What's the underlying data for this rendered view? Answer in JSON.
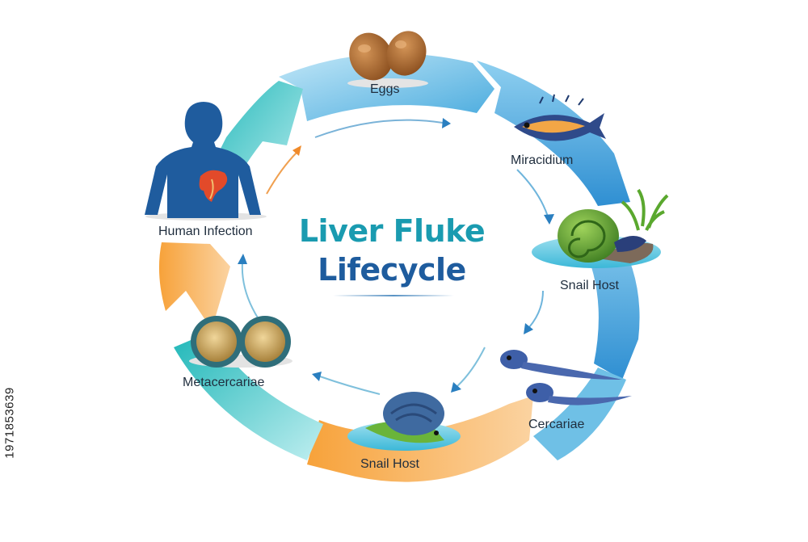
{
  "title": {
    "line1": "Liver Fluke",
    "line2": "Lifecycle"
  },
  "stages": [
    {
      "id": "eggs",
      "label": "Eggs"
    },
    {
      "id": "miracidium",
      "label": "Miracidium"
    },
    {
      "id": "snail-host-1",
      "label": "Snail Host"
    },
    {
      "id": "cercariae",
      "label": "Cercariae"
    },
    {
      "id": "snail-host-2",
      "label": "Snail Host"
    },
    {
      "id": "metacercariae",
      "label": "Metacercariae"
    },
    {
      "id": "human-infection",
      "label": "Human Infection"
    }
  ],
  "stock_id": "1971853639",
  "colors": {
    "ring_blue": "#5ab4e0",
    "ring_teal": "#2fbcc4",
    "ring_orange": "#f59a2c",
    "title_teal": "#1a9bb0",
    "title_blue": "#1e5c9e",
    "human_blue": "#1e5aa0",
    "liver_red": "#e04a2a"
  },
  "icons": [
    "egg-icon",
    "fish-icon",
    "snail-icon",
    "tadpole-icon",
    "cyst-icon",
    "human-silhouette-icon",
    "liver-icon",
    "grass-icon"
  ]
}
